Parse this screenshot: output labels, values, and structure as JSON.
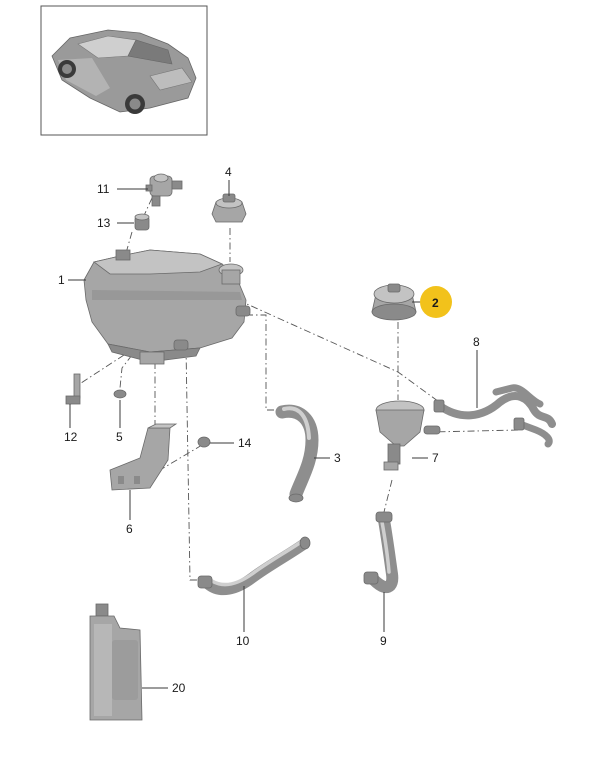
{
  "callouts": {
    "p1": "1",
    "p2": "2",
    "p3": "3",
    "p4": "4",
    "p5": "5",
    "p6": "6",
    "p7": "7",
    "p8": "8",
    "p9": "9",
    "p10": "10",
    "p11": "11",
    "p12": "12",
    "p13": "13",
    "p14": "14",
    "p20": "20"
  },
  "colors": {
    "highlight": "#f2c21b",
    "part_shade": "#a6a6a6",
    "line": "#3a3a3a"
  }
}
